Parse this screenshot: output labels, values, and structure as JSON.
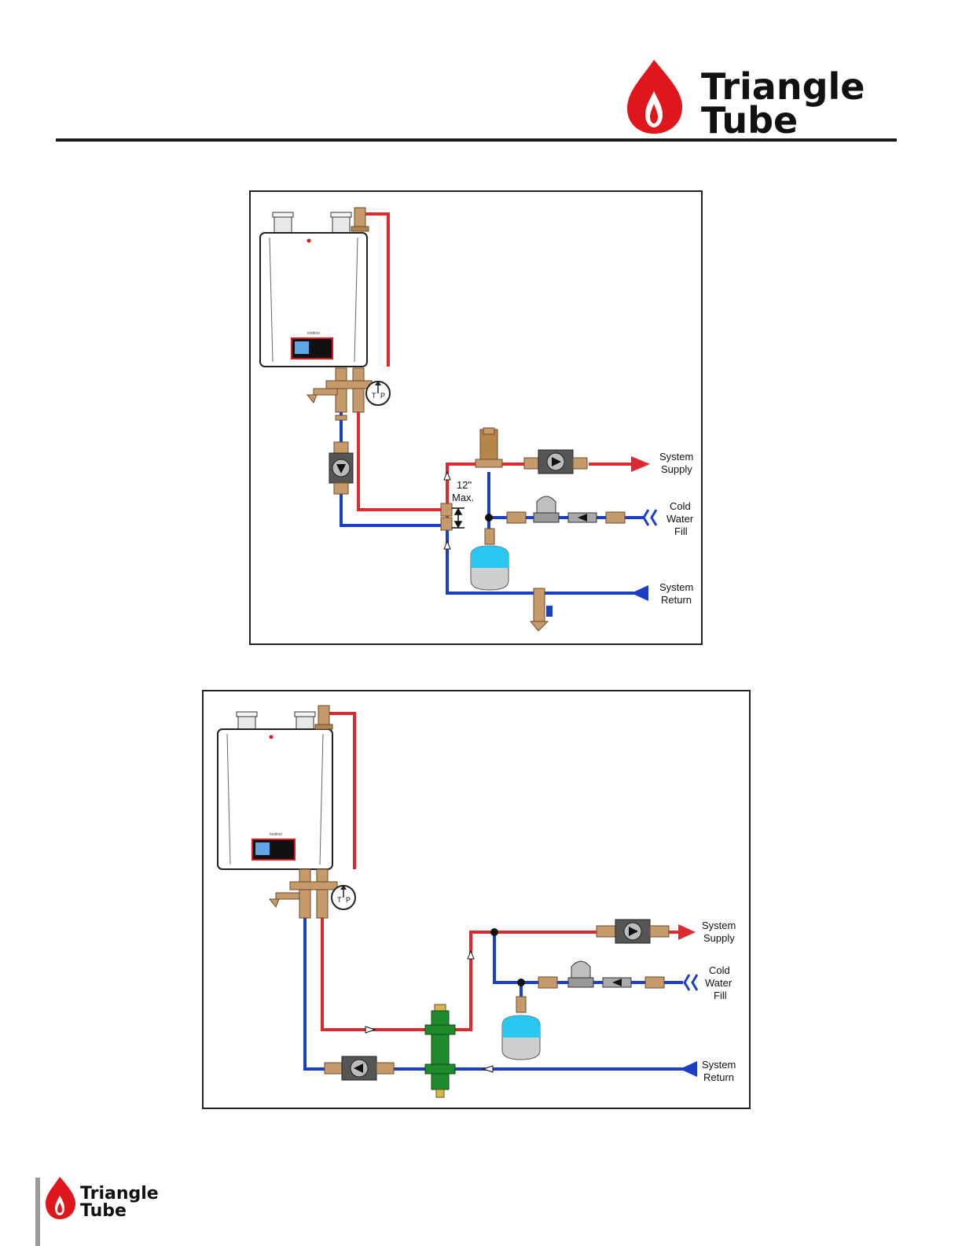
{
  "brand": {
    "logo_line1": "Triangle",
    "logo_line2": "Tube",
    "colors": {
      "flame": "#e0161d",
      "text": "#111111"
    }
  },
  "colors": {
    "supply_pipe": "#dd2a30",
    "return_pipe": "#1a3fc4",
    "fitting": "#c79a6b",
    "separator": "#1e8a2c",
    "tank_water": "#29c6f0"
  },
  "diagram1": {
    "boiler_model": "instinct",
    "labels": {
      "system_supply_line1": "System",
      "system_supply_line2": "Supply",
      "cold_water_line1": "Cold",
      "cold_water_line2": "Water",
      "cold_water_line3": "Fill",
      "system_return_line1": "System",
      "system_return_line2": "Return",
      "max_spacing_line1": "12\"",
      "max_spacing_line2": "Max.",
      "gauge_t": "T",
      "gauge_p": "P"
    }
  },
  "diagram2": {
    "boiler_model": "instinct",
    "labels": {
      "system_supply_line1": "System",
      "system_supply_line2": "Supply",
      "cold_water_line1": "Cold",
      "cold_water_line2": "Water",
      "cold_water_line3": "Fill",
      "system_return_line1": "System",
      "system_return_line2": "Return",
      "gauge_t": "T",
      "gauge_p": "P"
    }
  }
}
